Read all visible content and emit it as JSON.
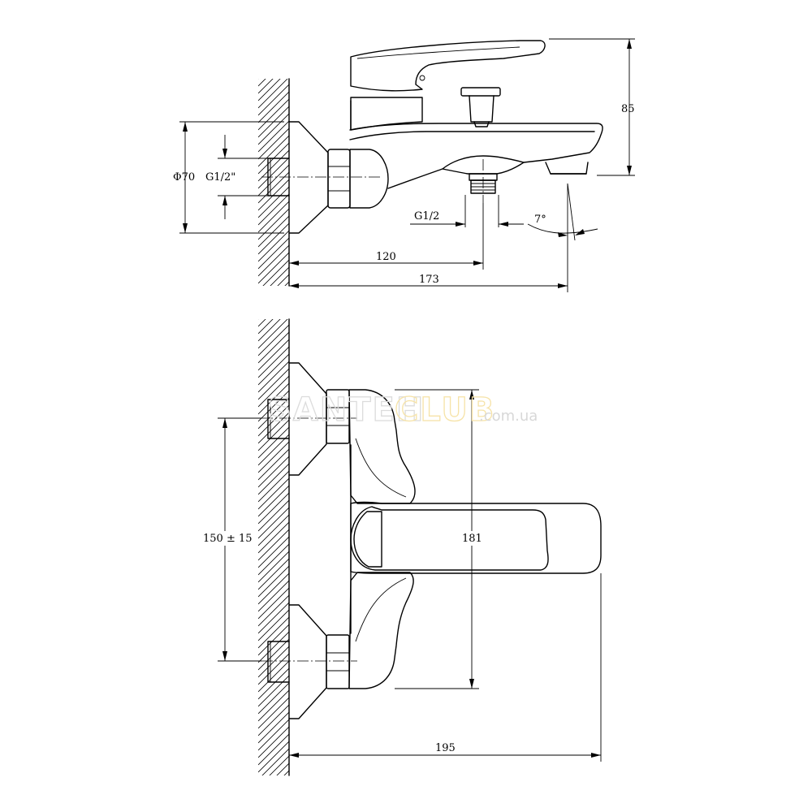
{
  "watermark": {
    "part_a": "SANTEH",
    "part_b": "CLUB",
    "suffix": ".com.ua"
  },
  "top_view": {
    "height_label": "85",
    "diameter_label": "Φ70",
    "inlet_thread_label": "G1/2\"",
    "outlet_thread_label": "G1/2",
    "angle_label": "7°",
    "depth_120_label": "120",
    "depth_173_label": "173"
  },
  "front_view": {
    "spacing_label": "150 ± 15",
    "height_181_label": "181",
    "width_195_label": "195"
  }
}
